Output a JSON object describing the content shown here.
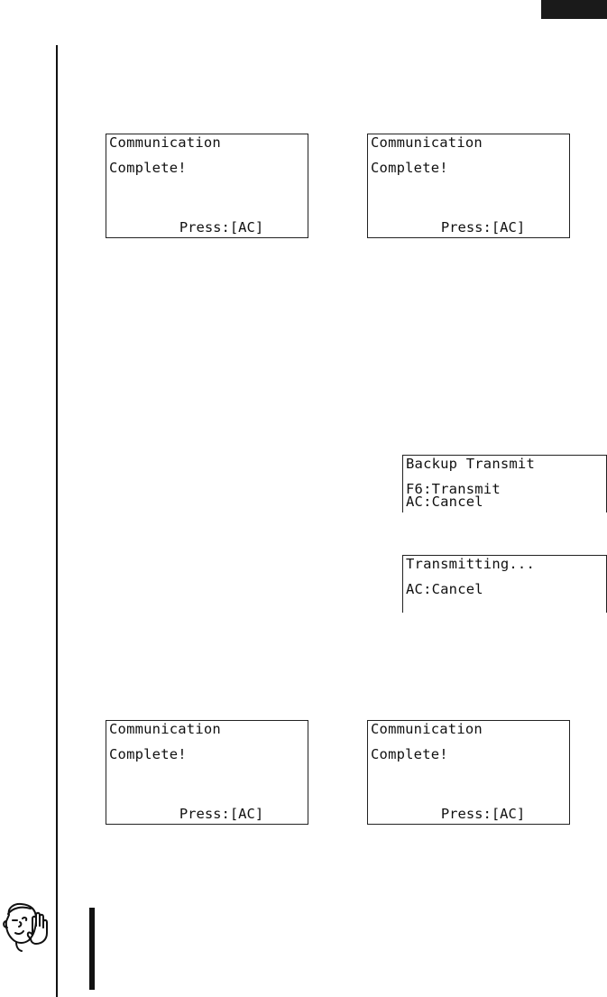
{
  "screens": {
    "complete_top_left": {
      "line1": "Communication",
      "line2": "Complete!",
      "press": "Press:[AC]"
    },
    "complete_top_right": {
      "line1": "Communication",
      "line2": "Complete!",
      "press": "Press:[AC]"
    },
    "backup_transmit": {
      "line1": "Backup Transmit",
      "line2": "F6:Transmit",
      "line3": "AC:Cancel"
    },
    "transmitting": {
      "line1": "Transmitting...",
      "line2": "AC:Cancel"
    },
    "complete_bottom_left": {
      "line1": "Communication",
      "line2": "Complete!",
      "press": "Press:[AC]"
    },
    "complete_bottom_right": {
      "line1": "Communication",
      "line2": "Complete!",
      "press": "Press:[AC]"
    }
  },
  "icons": {
    "note": "thinking-face-icon"
  },
  "colors": {
    "ink": "#111111",
    "background": "#ffffff"
  }
}
